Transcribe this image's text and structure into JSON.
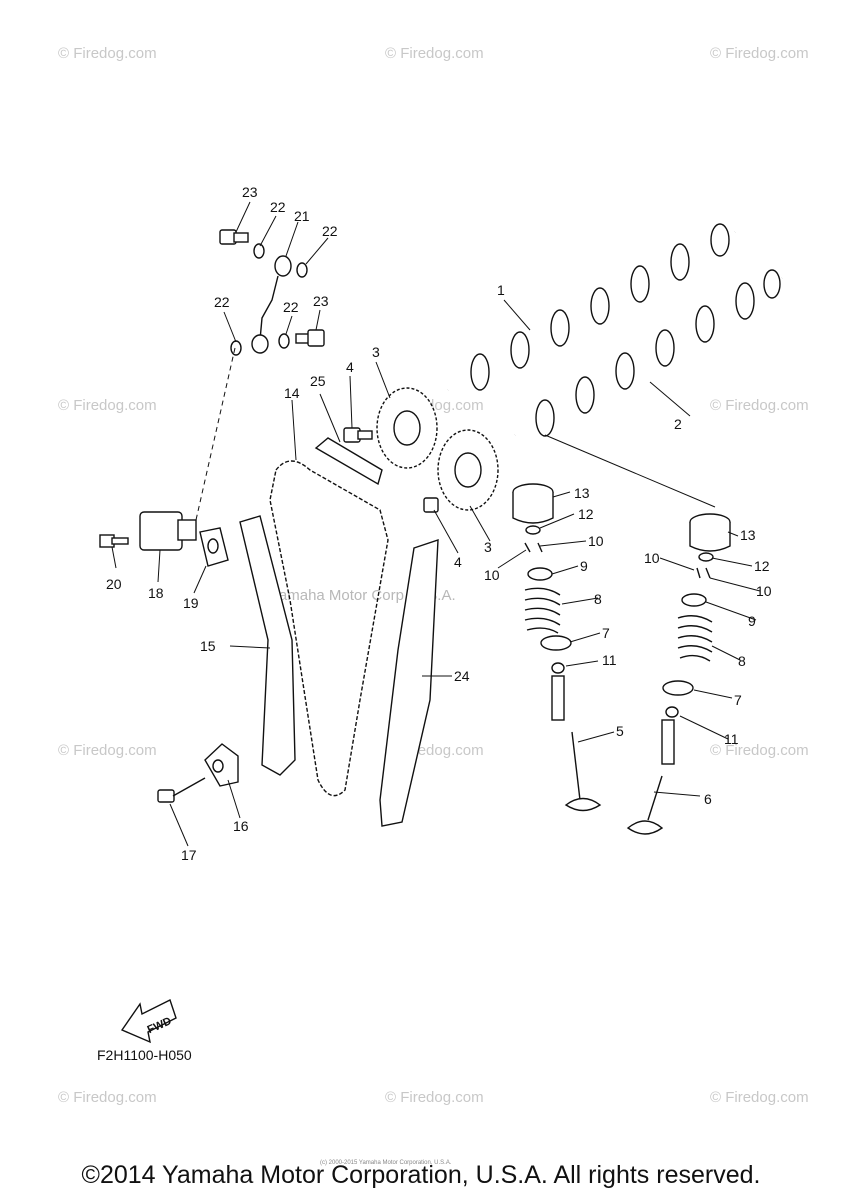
{
  "watermarks": [
    "© Firedog.com",
    "© Firedog.com",
    "© Firedog.com",
    "© Firedog.com",
    "© Firedog.com",
    "© Firedog.com",
    "© Firedog.com",
    "© Firedog.com",
    "© Firedog.com",
    "© Firedog.com",
    "© Firedog.com",
    "© Firedog.com"
  ],
  "center_watermark": "Yamaha Motor Corp, U.S.A.",
  "callouts": [
    "23",
    "22",
    "21",
    "22",
    "22",
    "22",
    "23",
    "1",
    "3",
    "4",
    "25",
    "14",
    "2",
    "13",
    "12",
    "10",
    "3",
    "10",
    "9",
    "4",
    "20",
    "18",
    "19",
    "8",
    "13",
    "12",
    "10",
    "9",
    "10",
    "7",
    "15",
    "11",
    "8",
    "24",
    "7",
    "5",
    "11",
    "16",
    "6",
    "17"
  ],
  "arrow_label": "FWD",
  "diagram_code": "F2H1100-H050",
  "tiny_note": "(c) 2000-2015 Yamaha Motor Corporation, U.S.A.",
  "copyright": "©2014 Yamaha Motor Corporation, U.S.A. All rights reserved.",
  "colors": {
    "ink": "#111111",
    "watermark": "#c8c8c8",
    "background": "#ffffff"
  }
}
